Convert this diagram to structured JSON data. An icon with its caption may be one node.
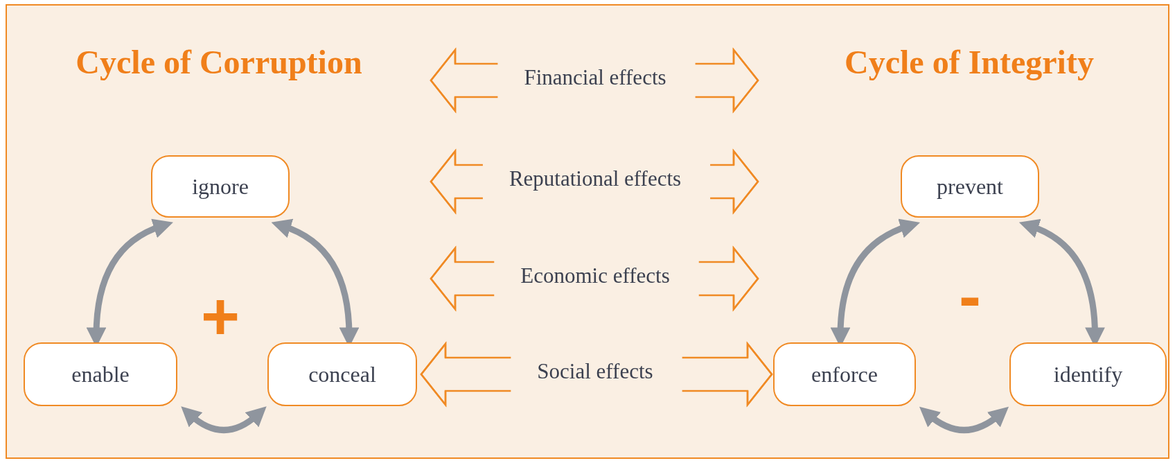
{
  "diagram": {
    "nodes": [
      {
        "text": [
          "Financial effects"
        ]
      },
      {
        "text": [
          "ignore"
        ]
      },
      {
        "text": [
          "Reputational effects"
        ]
      },
      {
        "text": [
          "prevent"
        ]
      },
      {
        "text": [
          "Economic effects"
        ]
      },
      {
        "text": [
          "enable"
        ]
      },
      {
        "text": [
          "conceal"
        ]
      },
      {
        "text": [
          "Social effects"
        ]
      },
      {
        "text": [
          "enforce"
        ]
      },
      {
        "text": [
          "identify"
        ]
      }
    ],
    "edges": [
      {
        "from": 1,
        "to": 5,
        "arrow": "both",
        "style": "thick",
        "color": "#8f959e"
      },
      {
        "from": 1,
        "to": 6,
        "arrow": "both",
        "style": "thick",
        "color": "#8f959e"
      },
      {
        "from": 5,
        "to": 6,
        "arrow": "both",
        "style": "thick",
        "color": "#8f959e"
      },
      {
        "from": 3,
        "to": 8,
        "arrow": "both",
        "style": "thick",
        "color": "#8f959e"
      },
      {
        "from": 3,
        "to": 9,
        "arrow": "both",
        "style": "thick",
        "color": "#8f959e"
      },
      {
        "from": 8,
        "to": 9,
        "arrow": "both",
        "style": "thick",
        "color": "#8f959e"
      },
      {
        "from": 0,
        "to": null,
        "arrow": "to"
      },
      {
        "from": 0,
        "to": null,
        "arrow": "to"
      },
      {
        "from": 2,
        "to": null,
        "arrow": "to"
      },
      {
        "from": 2,
        "to": null,
        "arrow": "to"
      },
      {
        "from": 4,
        "to": null,
        "arrow": "to"
      },
      {
        "from": 4,
        "to": null,
        "arrow": "to"
      },
      {
        "from": 7,
        "to": 6,
        "arrow": "to"
      },
      {
        "from": 7,
        "to": 8,
        "arrow": "to"
      }
    ],
    "labels": [
      "Cycle of Corruption",
      "Cycle of Integrity",
      "+",
      "-"
    ]
  }
}
